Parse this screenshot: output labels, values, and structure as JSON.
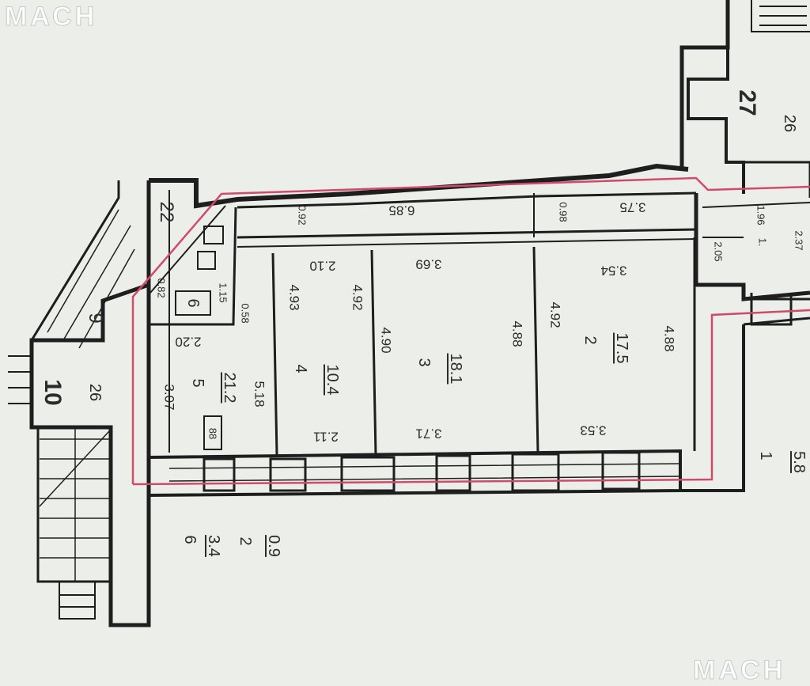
{
  "watermark": "МАСН",
  "stair_left": {
    "number_top": "9",
    "number_mid": "10",
    "floor": "26"
  },
  "stair_right": {
    "number": "27",
    "floor": "26"
  },
  "toilet": {
    "number": "22",
    "fixture": "6"
  },
  "rooms": [
    {
      "number": "5",
      "area": "21.2"
    },
    {
      "number": "4",
      "area": "10.4"
    },
    {
      "number": "3",
      "area": "18.1"
    },
    {
      "number": "2",
      "area": "17.5"
    }
  ],
  "outside": [
    {
      "number": "1",
      "area": "5.8"
    },
    {
      "number": "6",
      "area": "3.4"
    },
    {
      "number": "2",
      "area": "0.9"
    }
  ],
  "corridor": {
    "length": "6.85",
    "right_length": "3.75",
    "width_a": "0.92",
    "width_b": "0.98"
  },
  "dimensions": {
    "d307": "3.07",
    "d518": "5.18",
    "d220": "2.20",
    "d082": "0.82",
    "d115": "1.15",
    "d058": "0.58",
    "d493": "4.93",
    "d492a": "4.92",
    "d210": "2.10",
    "d211": "2.11",
    "d490": "4.90",
    "d488a": "4.88",
    "d369": "3.69",
    "d371": "3.71",
    "d492b": "4.92",
    "d488b": "4.88",
    "d354": "3.54",
    "d353": "3.53",
    "d96": "1.96",
    "d237": "2.37",
    "d205": "2.05",
    "d1": "1.",
    "elevator": "88"
  }
}
